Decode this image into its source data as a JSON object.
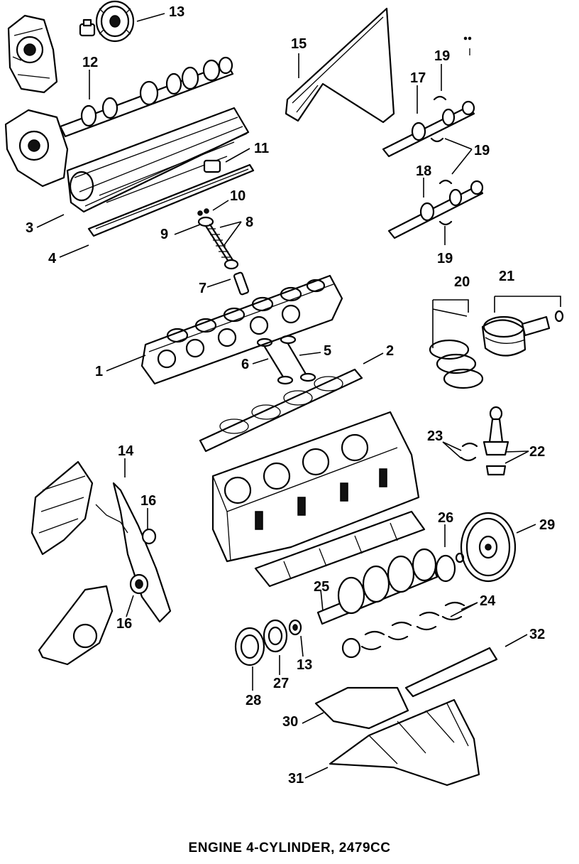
{
  "caption": "ENGINE 4-CYLINDER, 2479CC",
  "callouts": {
    "c1": "1",
    "c2": "2",
    "c3": "3",
    "c4": "4",
    "c5": "5",
    "c6": "6",
    "c7": "7",
    "c8": "8",
    "c9": "9",
    "c10": "10",
    "c11": "11",
    "c12": "12",
    "c13a": "13",
    "c13b": "13",
    "c14": "14",
    "c15": "15",
    "c16a": "16",
    "c16b": "16",
    "c17": "17",
    "c18": "18",
    "c19a": "19",
    "c19b": "19",
    "c19c": "19",
    "c20": "20",
    "c21": "21",
    "c22": "22",
    "c23": "23",
    "c24": "24",
    "c25": "25",
    "c26": "26",
    "c27": "27",
    "c28": "28",
    "c29": "29",
    "c30": "30",
    "c31": "31",
    "c32": "32"
  }
}
